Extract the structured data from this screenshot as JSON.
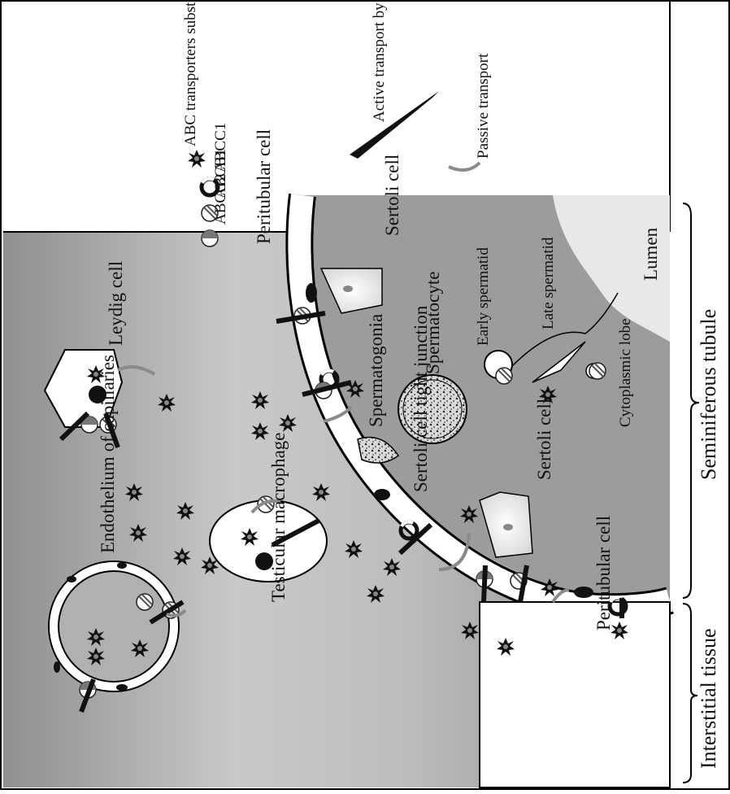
{
  "legend": {
    "substrates": "ABC transporters substrates",
    "abcc1": "ABCC1",
    "abcb1": "ABCB1",
    "abcg2": "ABCG2",
    "active": "Active transport by ABC transporters",
    "passive": "Passive transport"
  },
  "labels": {
    "leydig": "Leydig cell",
    "endothelium": "Endothelium of capillaries",
    "peritubular_top": "Peritubular cell",
    "testicular_macrophage": "Testicular macrophage",
    "peritubular_bottom": "Peritubular cell",
    "sertoli_top": "Sertoli cell",
    "spermatocyte": "Spermatocyte",
    "spermatogonia": "Spermatogonia",
    "tight_junction": "Sertoli cell tight junction",
    "sertoli_bottom": "Sertoli cell",
    "early_spermatid": "Early spermatid",
    "late_spermatid": "Late spermatid",
    "cytoplasmic_lobe": "Cytoplasmic lobe",
    "lumen": "Lumen",
    "seminiferous_tubule": "Seminiferous tubule",
    "interstitial_tissue": "Interstitial tissue"
  },
  "colors": {
    "interstitial_bg": "#b9b9b9",
    "tubule_bg": "#9e9e9e",
    "basement": "#ffffff",
    "dark": "#111111"
  }
}
